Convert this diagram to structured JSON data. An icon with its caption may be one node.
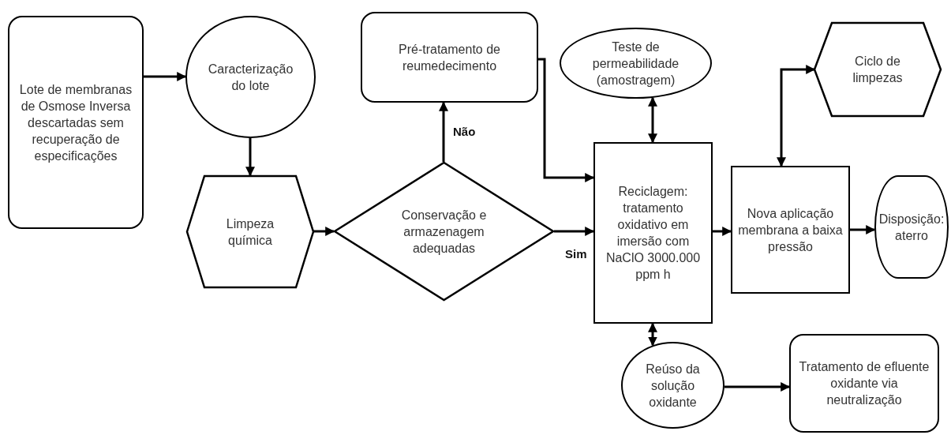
{
  "diagram": {
    "nodes": [
      {
        "text": [
          "Lote de membranas de Osmose Inversa descartadas sem recuperação de especificações"
        ]
      },
      {
        "text": [
          "Caracterização do lote"
        ]
      },
      {
        "text": [
          "Limpeza química"
        ]
      },
      {
        "text": [
          "Conservação e armazenagem adequadas"
        ]
      },
      {
        "text": [
          "Pré-tratamento de reumedecimento"
        ]
      },
      {
        "text": [
          "Teste de permeabilidade (amostragem)"
        ]
      },
      {
        "text": [
          "Reciclagem: tratamento oxidativo em imersão com NaClO 3000.000 ppm h"
        ]
      },
      {
        "text": [
          "Ciclo de limpezas"
        ]
      },
      {
        "text": [
          "Nova aplicação membrana a baixa pressão"
        ]
      },
      {
        "text": [
          "Disposição: aterro"
        ]
      },
      {
        "text": [
          "Reúso da solução oxidante"
        ]
      },
      {
        "text": [
          "Tratamento de efluente oxidante via neutralização"
        ]
      }
    ],
    "edges": [
      {
        "from": 0,
        "to": 1,
        "arrow": "to"
      },
      {
        "from": 1,
        "to": 2,
        "arrow": "to"
      },
      {
        "from": 2,
        "to": 3,
        "arrow": "to"
      },
      {
        "from": 3,
        "to": 4,
        "arrow": "to",
        "label": "Não"
      },
      {
        "from": 3,
        "to": 6,
        "arrow": "to",
        "label": "Sim"
      },
      {
        "from": 4,
        "to": 6,
        "arrow": "to"
      },
      {
        "from": 6,
        "to": 5,
        "arrow": "both"
      },
      {
        "from": 6,
        "to": 8,
        "arrow": "to"
      },
      {
        "from": 8,
        "to": 7,
        "arrow": "both"
      },
      {
        "from": 8,
        "to": 9,
        "arrow": "to"
      },
      {
        "from": 6,
        "to": 10,
        "arrow": "both"
      },
      {
        "from": 10,
        "to": 11,
        "arrow": "to"
      }
    ]
  }
}
